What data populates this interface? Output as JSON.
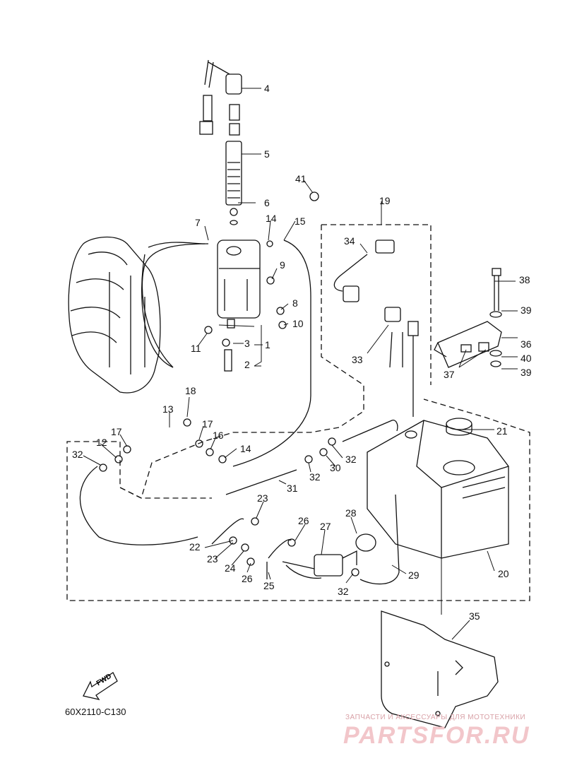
{
  "diagram": {
    "callouts": [
      "4",
      "5",
      "6",
      "7",
      "14",
      "15",
      "41",
      "19",
      "34",
      "9",
      "8",
      "10",
      "3",
      "1",
      "2",
      "11",
      "33",
      "38",
      "39",
      "36",
      "40",
      "39",
      "37",
      "18",
      "13",
      "17",
      "16",
      "14",
      "17",
      "12",
      "32",
      "21",
      "32",
      "30",
      "32",
      "31",
      "23",
      "28",
      "27",
      "26",
      "22",
      "23",
      "24",
      "26",
      "25",
      "29",
      "32",
      "20",
      "35"
    ],
    "drawing_code": "60X2110-C130",
    "fwd_label": "FWD"
  },
  "watermark": {
    "top_text": "ЗАПЧАСТИ И АКСЕССУАРЫ ДЛЯ МОТОТЕХНИКИ",
    "logo_text": "PARTSFOR.RU"
  }
}
